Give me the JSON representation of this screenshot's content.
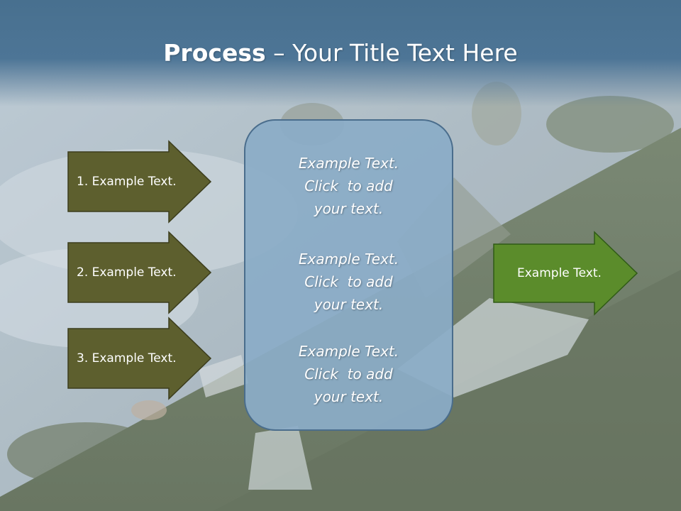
{
  "slide": {
    "title_bold": "Process",
    "title_rest": " – Your Title Text Here",
    "colors": {
      "title_band": "#48708f",
      "left_arrow_fill": "#5d5f2e",
      "right_arrow_fill": "#5b8c2b",
      "center_box_fill": "#8bacc7",
      "center_box_border": "#4a6d8c",
      "text": "#ffffff"
    },
    "left_arrows": [
      {
        "label": "1. Example Text."
      },
      {
        "label": "2. Example Text."
      },
      {
        "label": "3. Example Text."
      }
    ],
    "center_box": {
      "paragraphs": [
        [
          "Example Text.",
          "Click  to add",
          "your text."
        ],
        [
          "Example Text.",
          "Click  to add",
          "your text."
        ],
        [
          "Example Text.",
          "Click  to add",
          "your text."
        ]
      ]
    },
    "right_arrow": {
      "label": "Example Text."
    }
  }
}
